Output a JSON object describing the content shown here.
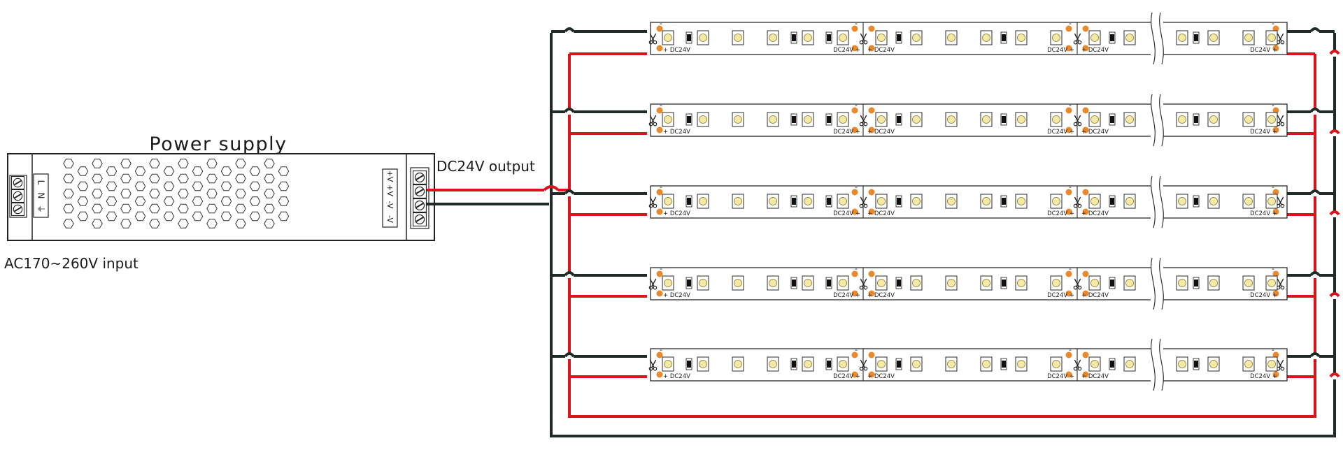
{
  "title": "Power supply",
  "output_label": "DC24V output",
  "input_label": "AC170~260V input",
  "ac_terminals": [
    "L",
    "N",
    "⏚"
  ],
  "dc_terminals": [
    "+V",
    "+V",
    "-V",
    "-V"
  ],
  "strip": {
    "row_count": 5,
    "segment_voltage": "DC24V",
    "plus": "+",
    "minus": "-"
  },
  "colors": {
    "positive_wire": "#d9141b",
    "negative_wire": "#202b26",
    "solder_pad": "#e8892e",
    "led_fill": "#f5e9a8",
    "outline": "#2a2a2a"
  }
}
